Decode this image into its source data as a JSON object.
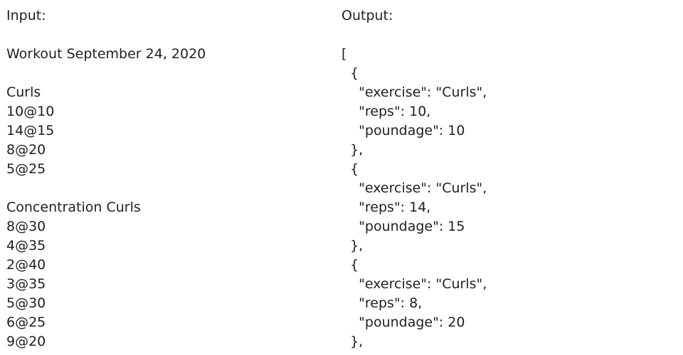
{
  "input": {
    "label": "Input:",
    "title": "Workout September 24, 2020",
    "groups": [
      {
        "name": "Curls",
        "sets": [
          "10@10",
          "14@15",
          "8@20",
          "5@25"
        ]
      },
      {
        "name": "Concentration Curls",
        "sets": [
          "8@30",
          "4@35",
          "2@40",
          "3@35",
          "5@30",
          "6@25",
          "9@20"
        ]
      }
    ]
  },
  "output": {
    "label": "Output:",
    "lines": [
      "[",
      "  {",
      "    \"exercise\": \"Curls\",",
      "    \"reps\": 10,",
      "    \"poundage\": 10",
      "  },",
      "  {",
      "    \"exercise\": \"Curls\",",
      "    \"reps\": 14,",
      "    \"poundage\": 15",
      "  },",
      "  {",
      "    \"exercise\": \"Curls\",",
      "    \"reps\": 8,",
      "    \"poundage\": 20",
      "  },"
    ]
  }
}
